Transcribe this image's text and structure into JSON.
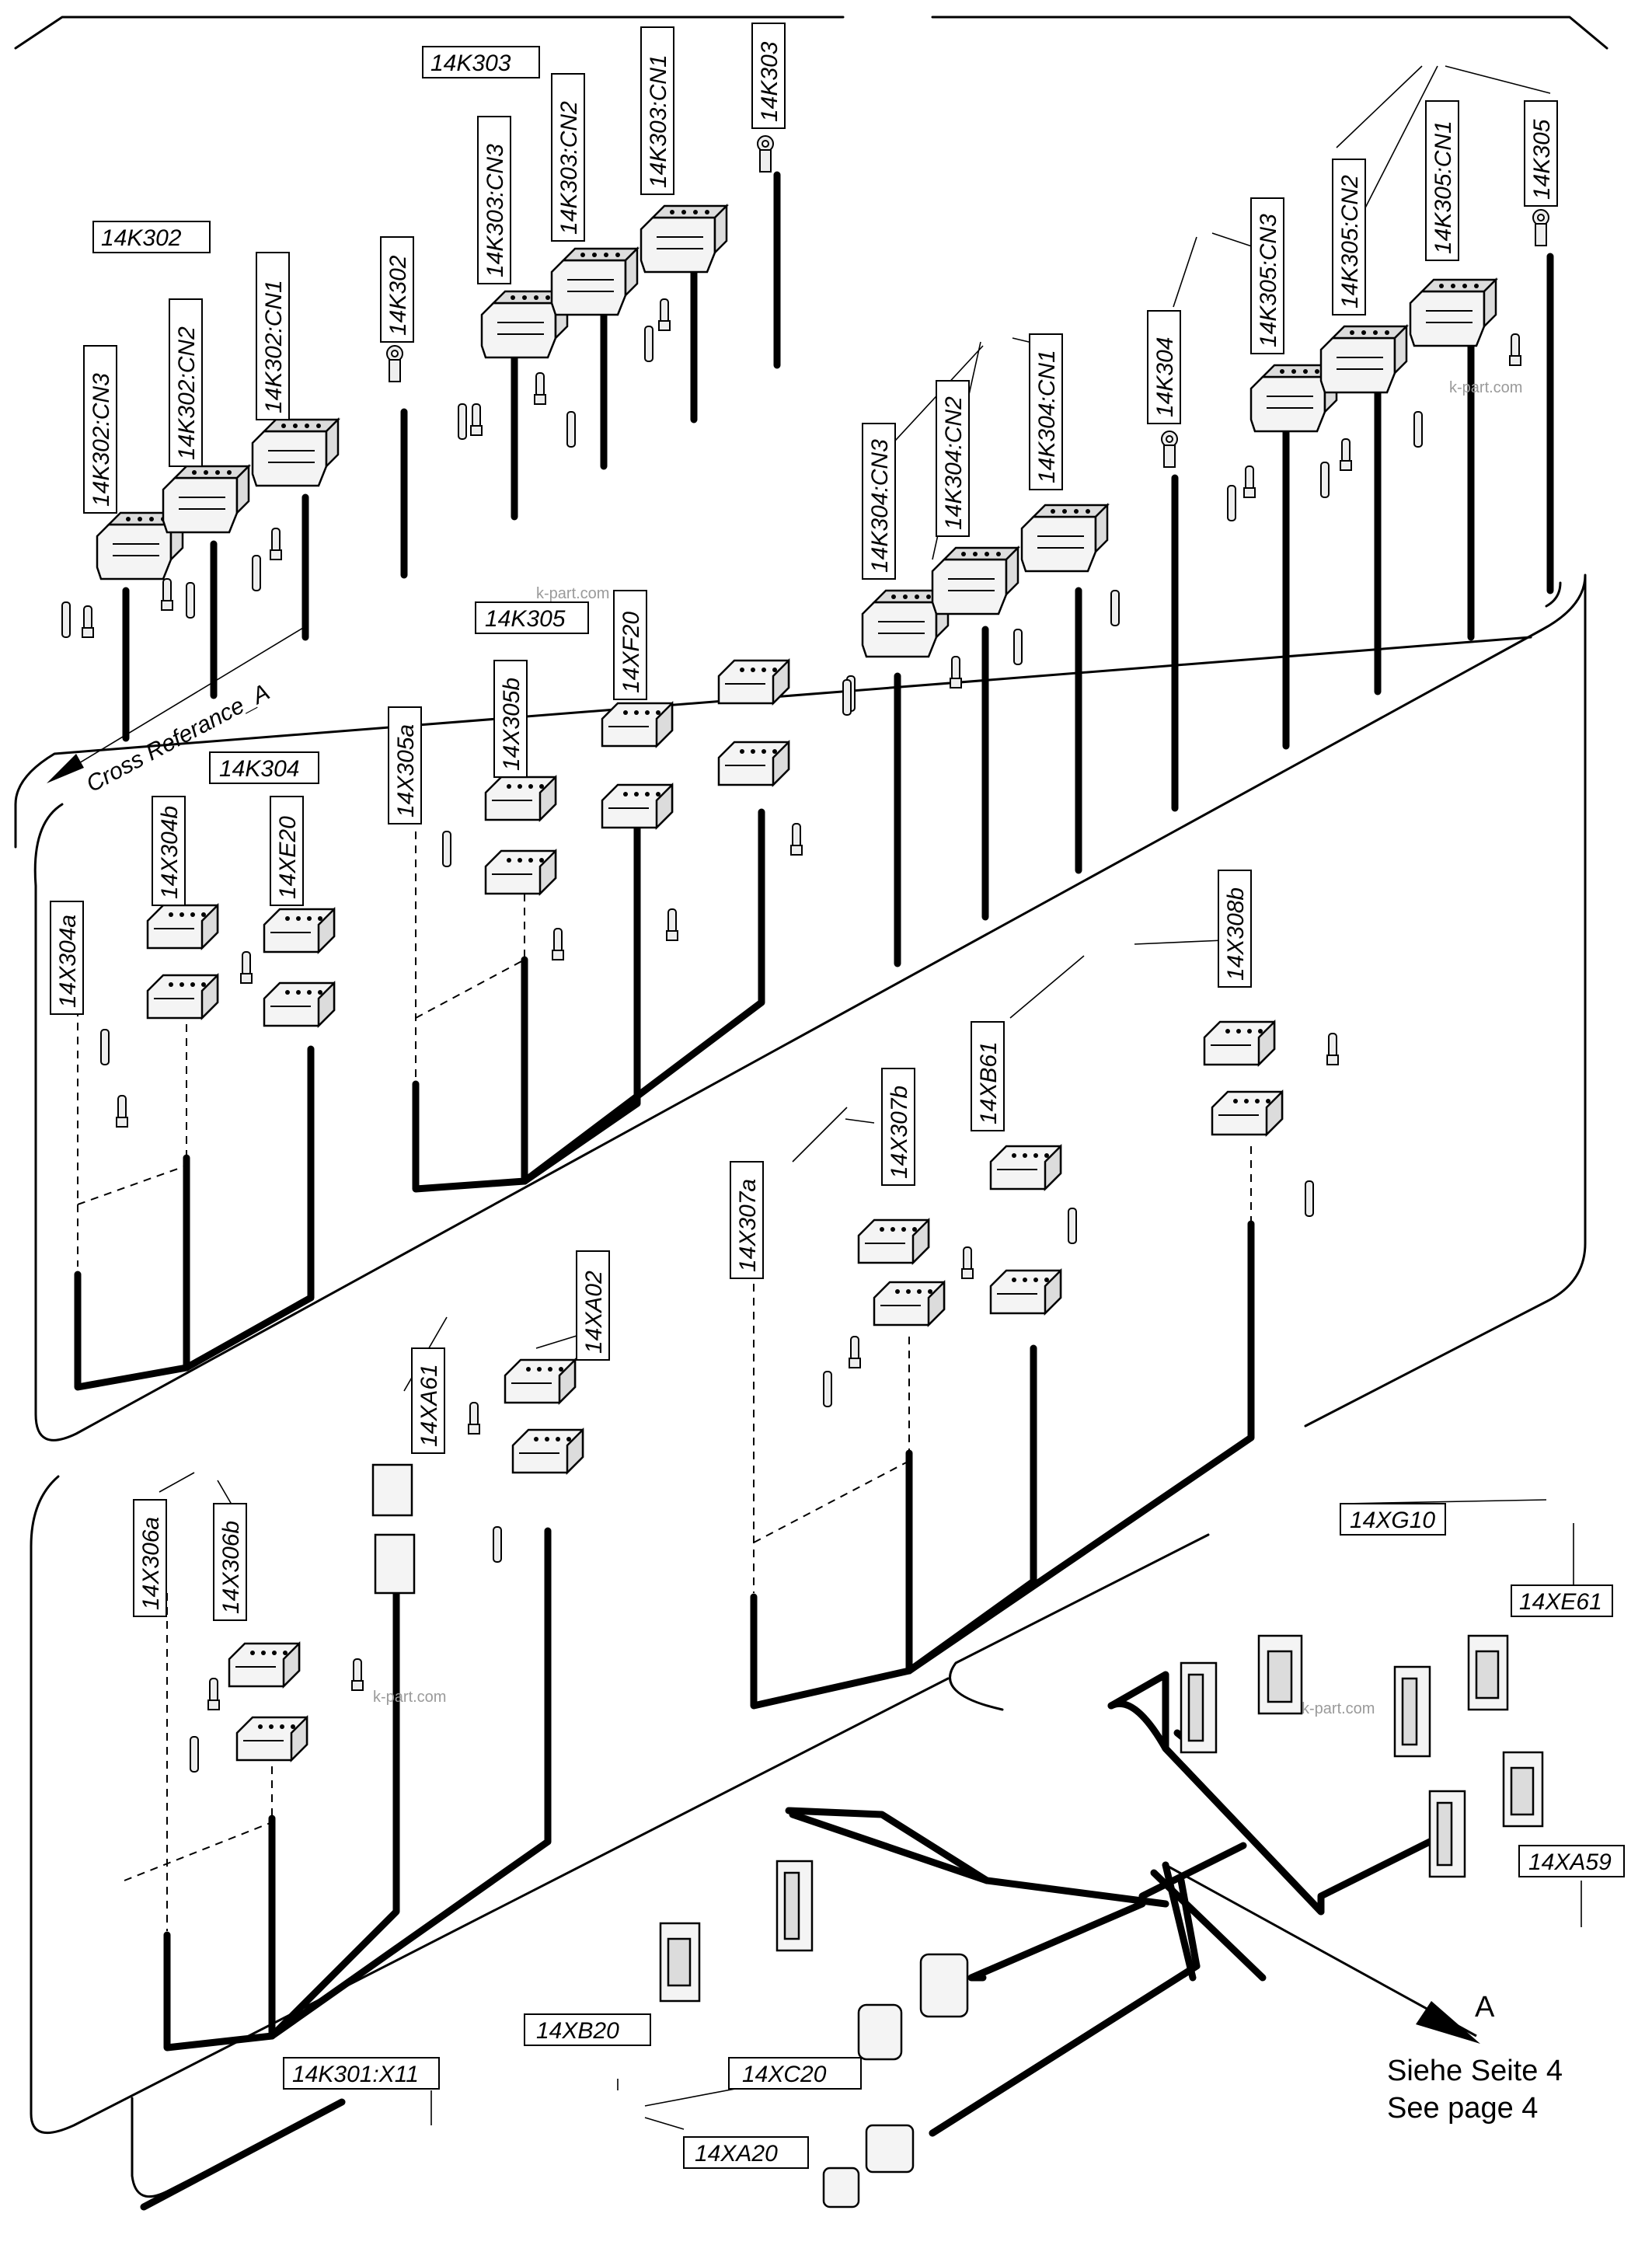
{
  "labels": {
    "k303": "14K303",
    "k302": "14K302",
    "k302_cn3": "14K302:CN3",
    "k302_cn2": "14K302:CN2",
    "k302_cn1": "14K302:CN1",
    "k302_ring": "14K302",
    "k303_cn3": "14K303:CN3",
    "k303_cn2": "14K303:CN2",
    "k303_cn1": "14K303:CN1",
    "k303_ring": "14K303",
    "k305_ring": "14K305",
    "k305_cn1": "14K305:CN1",
    "k305_cn2": "14K305:CN2",
    "k305_cn3": "14K305:CN3",
    "k304_ring": "14K304",
    "k304_cn1": "14K304:CN1",
    "k304_cn2": "14K304:CN2",
    "k304_cn3": "14K304:CN3",
    "k305": "14K305",
    "xf20": "14XF20",
    "x305b": "14X305b",
    "x305a": "14X305a",
    "k304": "14K304",
    "x304b": "14X304b",
    "xe20": "14XE20",
    "x304a": "14X304a",
    "x308b": "14X308b",
    "xb61": "14XB61",
    "x307b": "14X307b",
    "x307a": "14X307a",
    "xa02": "14XA02",
    "xa61": "14XA61",
    "x306a": "14X306a",
    "x306b": "14X306b",
    "xg10": "14XG10",
    "xe61": "14XE61",
    "xa59": "14XA59",
    "xb20": "14XB20",
    "xc20": "14XC20",
    "xa20": "14XA20",
    "k301_x11": "14K301:X11"
  },
  "cross_reference": "Cross Referance_A",
  "arrow_label": "A",
  "page_ref_de": "Siehe Seite 4",
  "page_ref_en": "See page 4",
  "watermark": "k-part.com"
}
